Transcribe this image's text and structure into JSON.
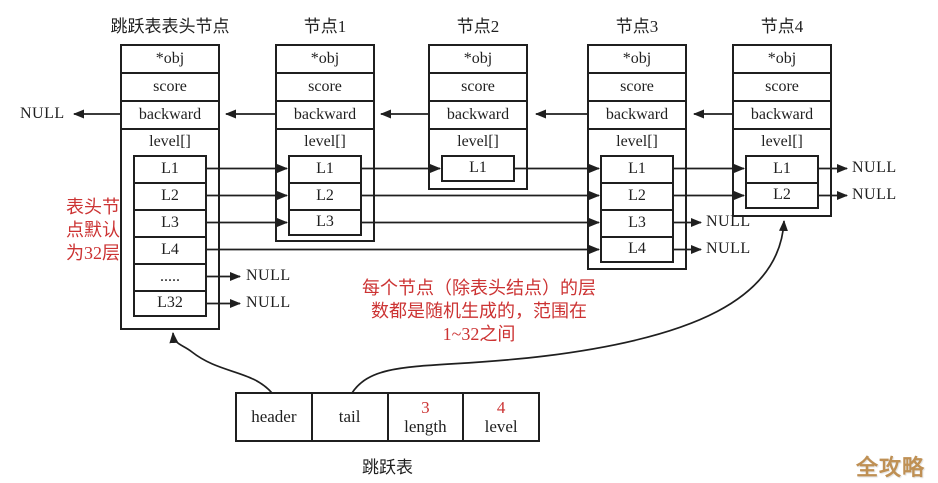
{
  "labels": {
    "null": "NULL"
  },
  "colors": {
    "line": "#1f1f1f",
    "accent_red": "#cc3333",
    "watermark_gold": "#bf9054",
    "background": "#ffffff"
  },
  "nodes": [
    {
      "title": "跳跃表表头节点",
      "fields": [
        "*obj",
        "score",
        "backward",
        "level[]"
      ],
      "levels": [
        "L1",
        "L2",
        "L3",
        "L4",
        ".....",
        "L32"
      ]
    },
    {
      "title": "节点1",
      "fields": [
        "*obj",
        "score",
        "backward",
        "level[]"
      ],
      "levels": [
        "L1",
        "L2",
        "L3"
      ]
    },
    {
      "title": "节点2",
      "fields": [
        "*obj",
        "score",
        "backward",
        "level[]"
      ],
      "levels": [
        "L1"
      ]
    },
    {
      "title": "节点3",
      "fields": [
        "*obj",
        "score",
        "backward",
        "level[]"
      ],
      "levels": [
        "L1",
        "L2",
        "L3",
        "L4"
      ]
    },
    {
      "title": "节点4",
      "fields": [
        "*obj",
        "score",
        "backward",
        "level[]"
      ],
      "levels": [
        "L1",
        "L2"
      ]
    }
  ],
  "annotations": {
    "header_levels_note": {
      "line1": "表头节",
      "line2": "点默认",
      "line3": "为32层"
    },
    "random_levels_note": {
      "line1": "每个节点（除表头结点）的层",
      "line2": "数都是随机生成的，范围在",
      "line3": "1~32之间"
    }
  },
  "skiplist_struct": {
    "cells": [
      {
        "label": "header"
      },
      {
        "label": "tail"
      },
      {
        "value": "3",
        "label": "length"
      },
      {
        "value": "4",
        "label": "level"
      }
    ],
    "caption": "跳跃表"
  },
  "watermark": "全攻略"
}
